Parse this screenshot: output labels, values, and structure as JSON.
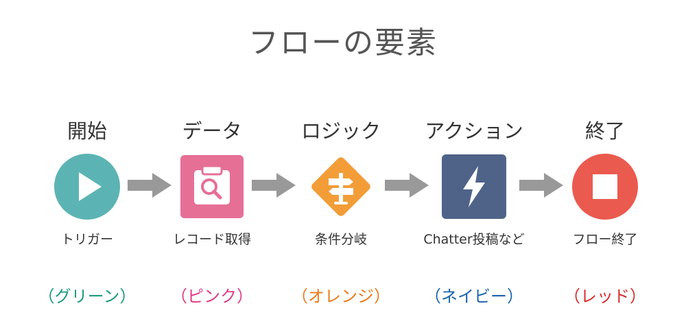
{
  "title": "フローの要素",
  "elements": [
    {
      "label": "開始",
      "caption": "トリガー",
      "note": "（グリーン）",
      "icon": "play-icon",
      "color": "#5bb4b3",
      "note_color": "#1e9a7d"
    },
    {
      "label": "データ",
      "caption": "レコード取得",
      "note": "（ピンク）",
      "icon": "clipboard-search-icon",
      "color": "#e66f96",
      "note_color": "#e03b86"
    },
    {
      "label": "ロジック",
      "caption": "条件分岐",
      "note": "（オレンジ）",
      "icon": "signpost-icon",
      "color": "#f29d38",
      "note_color": "#ec7a1b"
    },
    {
      "label": "アクション",
      "caption": "Chatter投稿など",
      "note": "（ネイビー）",
      "icon": "lightning-icon",
      "color": "#4f6389",
      "note_color": "#1a63b0"
    },
    {
      "label": "終了",
      "caption": "フロー終了",
      "note": "（レッド）",
      "icon": "stop-icon",
      "color": "#eb5a4e",
      "note_color": "#d82b2b"
    }
  ],
  "arrow_color": "#999999"
}
